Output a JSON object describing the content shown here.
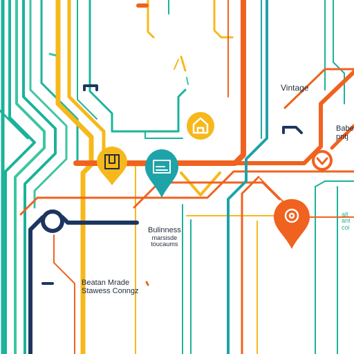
{
  "colors": {
    "teal": "#1bb39a",
    "green_light": "#3cc6a0",
    "yellow": "#f6b81c",
    "orange": "#f0621f",
    "navy": "#1d3660",
    "blue_teal": "#1ea3a8",
    "ink": "#1f2a3a"
  },
  "labels": {
    "vintage": "Vintage",
    "business_title": "Bulinness",
    "business_line2": "marsisde",
    "business_line3": "toucaums",
    "beat_line1": "Beatan Mrade",
    "beat_line2": "Stawess Conngz",
    "babe_line1": "Babe",
    "babe_line2": "pntj",
    "green_line1": "alt",
    "green_line2": "ant",
    "green_line3": "coi"
  },
  "icons": {
    "home_pin": "home-icon",
    "box_pin": "box-icon",
    "card_pin": "card-icon",
    "target_pin": "target-icon",
    "chevron_marker": "chevron-down-icon",
    "station_ring": "ring-icon"
  }
}
